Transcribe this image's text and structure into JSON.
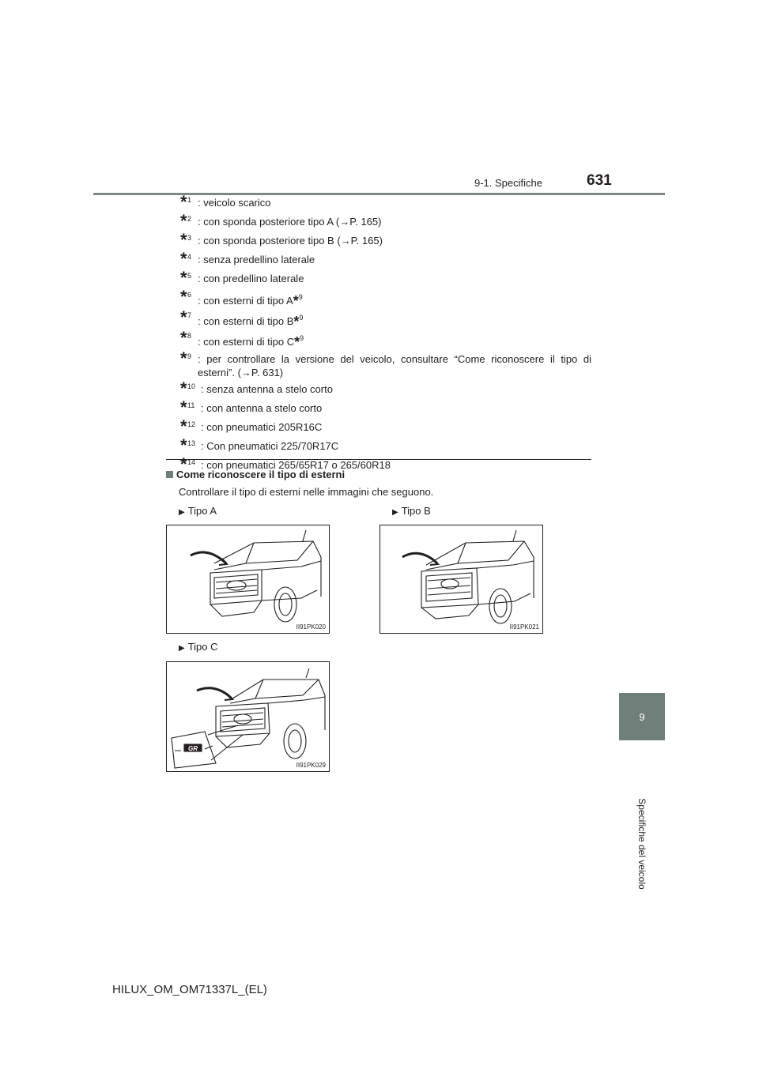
{
  "header": {
    "section": "9-1. Specifiche",
    "page_number": "631"
  },
  "side_tab": {
    "number": "9",
    "label": "Specifiche del veicolo"
  },
  "notes": [
    {
      "num": "1",
      "text": "veicolo scarico"
    },
    {
      "num": "2",
      "text": "con sponda posteriore tipo A (→P. 165)"
    },
    {
      "num": "3",
      "text": "con sponda posteriore tipo B (→P. 165)"
    },
    {
      "num": "4",
      "text": "senza predellino laterale"
    },
    {
      "num": "5",
      "text": "con predellino laterale"
    },
    {
      "num": "6",
      "text": "con esterni di tipo A",
      "ref": "9"
    },
    {
      "num": "7",
      "text": "con esterni di tipo B",
      "ref": "9"
    },
    {
      "num": "8",
      "text": "con esterni di tipo C",
      "ref": "9"
    },
    {
      "num": "9",
      "text": "per controllare la versione del veicolo, consultare “Come riconoscere il tipo di esterni”. (→P. 631)"
    },
    {
      "num": "10",
      "text": "senza antenna a stelo corto"
    },
    {
      "num": "11",
      "text": "con antenna a stelo corto"
    },
    {
      "num": "12",
      "text": "con pneumatici 205R16C"
    },
    {
      "num": "13",
      "text": "Con pneumatici 225/70R17C"
    },
    {
      "num": "14",
      "text": "con pneumatici 265/65R17 o 265/60R18"
    }
  ],
  "section": {
    "title": "Come riconoscere il tipo di esterni",
    "body": "Controllare il tipo di esterni nelle immagini che seguono."
  },
  "figures": {
    "a": {
      "label": "Tipo A",
      "code": "II91PK020"
    },
    "b": {
      "label": "Tipo B",
      "code": "II91PK021"
    },
    "c": {
      "label": "Tipo C",
      "code": "II91PK029"
    }
  },
  "footer": {
    "doc_id": "HILUX_OM_OM71337L_(EL)"
  }
}
